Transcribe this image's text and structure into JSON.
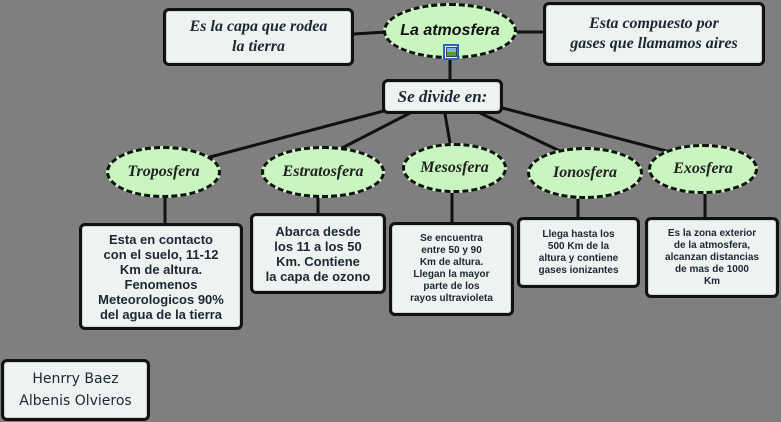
{
  "root": {
    "label": "La atmosfera"
  },
  "definition": {
    "text": "Es la capa que rodea\nla tierra"
  },
  "composition": {
    "text": "Esta compuesto por\ngases que llamamos aires"
  },
  "divides": {
    "label": "Se divide en:"
  },
  "layers": [
    {
      "name": "Troposfera",
      "description": "Esta en contacto\ncon el suelo, 11-12\nKm de altura.\nFenomenos\nMeteorologicos 90%\ndel agua de la tierra"
    },
    {
      "name": "Estratosfera",
      "description": "Abarca desde\nlos 11 a los 50\nKm. Contiene\nla capa de ozono"
    },
    {
      "name": "Mesosfera",
      "description": "Se encuentra\nentre 50 y 90\nKm de altura.\nLlegan la mayor\nparte de los\nrayos ultravioleta"
    },
    {
      "name": "Ionosfera",
      "description": "Llega hasta los\n500 Km de la\naltura y contiene\ngases ionizantes"
    },
    {
      "name": "Exosfera",
      "description": "Es la zona exterior\nde la atmosfera,\nalcanzan distancias\nde mas de 1000\nKm"
    }
  ],
  "authors": [
    "Henrry Baez",
    "Albenis Olvieros"
  ],
  "icons": {
    "root_attachment": "image-icon"
  },
  "colors": {
    "background": "#7f7f7f",
    "oval_fill": "#c8f5c0",
    "box_fill": "#eef3f2",
    "outline": "#111111"
  }
}
